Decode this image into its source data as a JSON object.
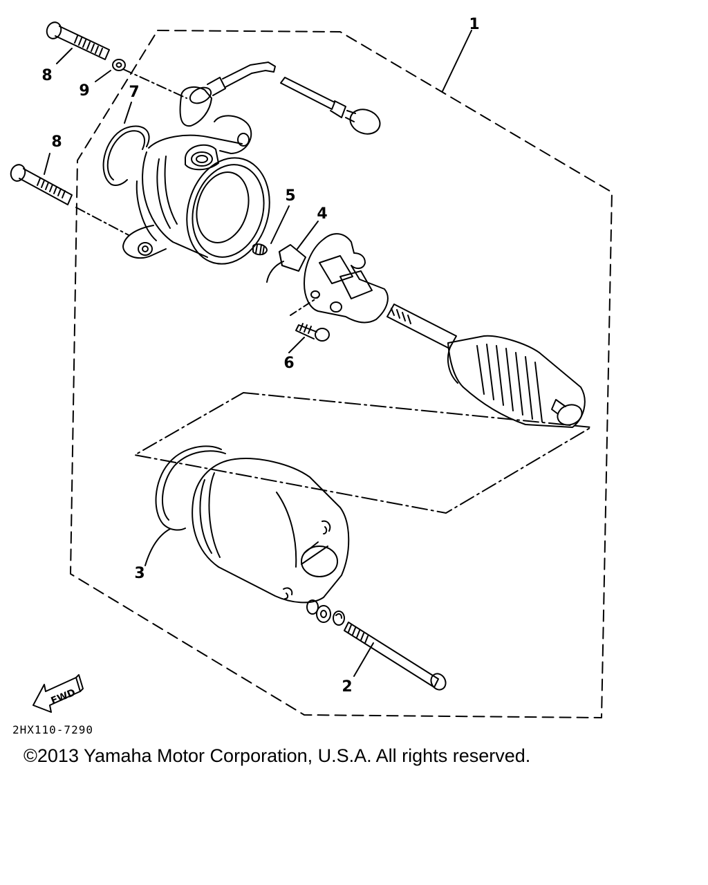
{
  "callouts": [
    {
      "label": "1"
    },
    {
      "label": "2"
    },
    {
      "label": "3"
    },
    {
      "label": "4"
    },
    {
      "label": "5"
    },
    {
      "label": "6"
    },
    {
      "label": "7"
    },
    {
      "label": "8"
    },
    {
      "label": "8"
    },
    {
      "label": "9"
    }
  ],
  "fwd_label": "FWD",
  "diagram_code": "2HX110-7290",
  "copyright": "©2013 Yamaha Motor Corporation, U.S.A. All rights reserved."
}
